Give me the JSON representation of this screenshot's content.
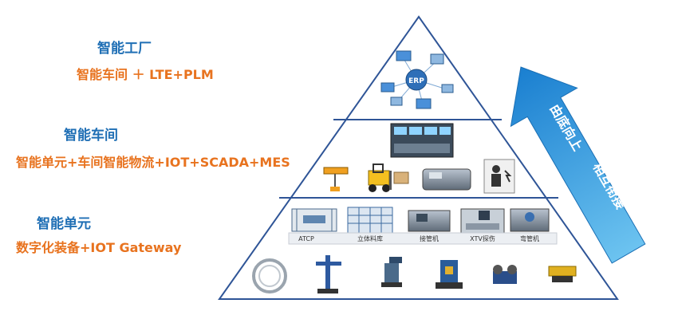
{
  "levels": [
    {
      "title": "智能工厂",
      "subtitle": "智能车间 ＋ LTE+PLM"
    },
    {
      "title": "智能车间",
      "subtitle": "智能单元+车间智能物流+IOT+SCADA+MES"
    },
    {
      "title": "智能单元",
      "subtitle": "数字化装备+IOT Gateway"
    }
  ],
  "top_tier": {
    "erp_label": "ERP"
  },
  "equipment_captions": [
    "ATCP",
    "立体料库",
    "接管机",
    "XTV探伤",
    "弯管机"
  ],
  "arrow": {
    "line1": "由底向上",
    "line2": "相互衔接"
  },
  "colors": {
    "title_blue": "#1f6fb5",
    "subtitle_orange": "#e8731f",
    "arrow_blue": "#1a8fd8",
    "divider": "#2f5597"
  }
}
